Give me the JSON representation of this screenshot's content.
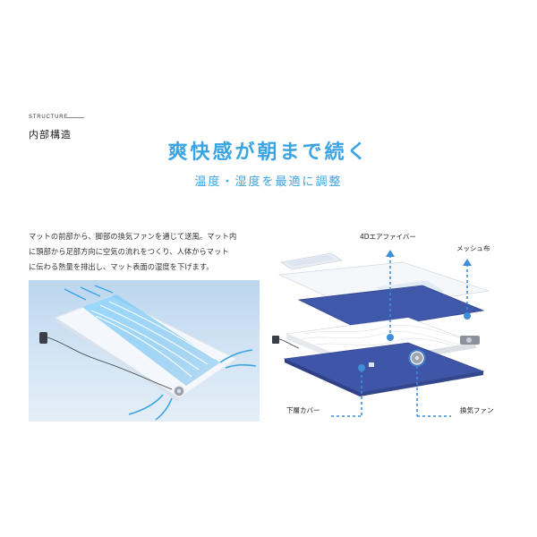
{
  "section": {
    "label": "STRUCTURE",
    "title": "内部構造"
  },
  "headline": "爽快感が朝まで続く",
  "subhead": "温度・湿度を最適に調整",
  "description": {
    "lines": [
      "マットの前部から、脚部の換気ファンを通じて送風。マット内",
      "に頭部から足部方向に空気の流れをつくり、人体からマット",
      "に伝わる熱量を排出し、マット表面の湿度を下げます。"
    ]
  },
  "diagram": {
    "labels": {
      "air_fiber": "4Dエアファイバー",
      "mesh": "メッシュ布",
      "lower_cover": "下層カバー",
      "fan": "換気ファン"
    }
  },
  "colors": {
    "accent": "#3aa3e2",
    "cover_blue": "#3f55a8",
    "callout_line": "#3d8fd8"
  }
}
